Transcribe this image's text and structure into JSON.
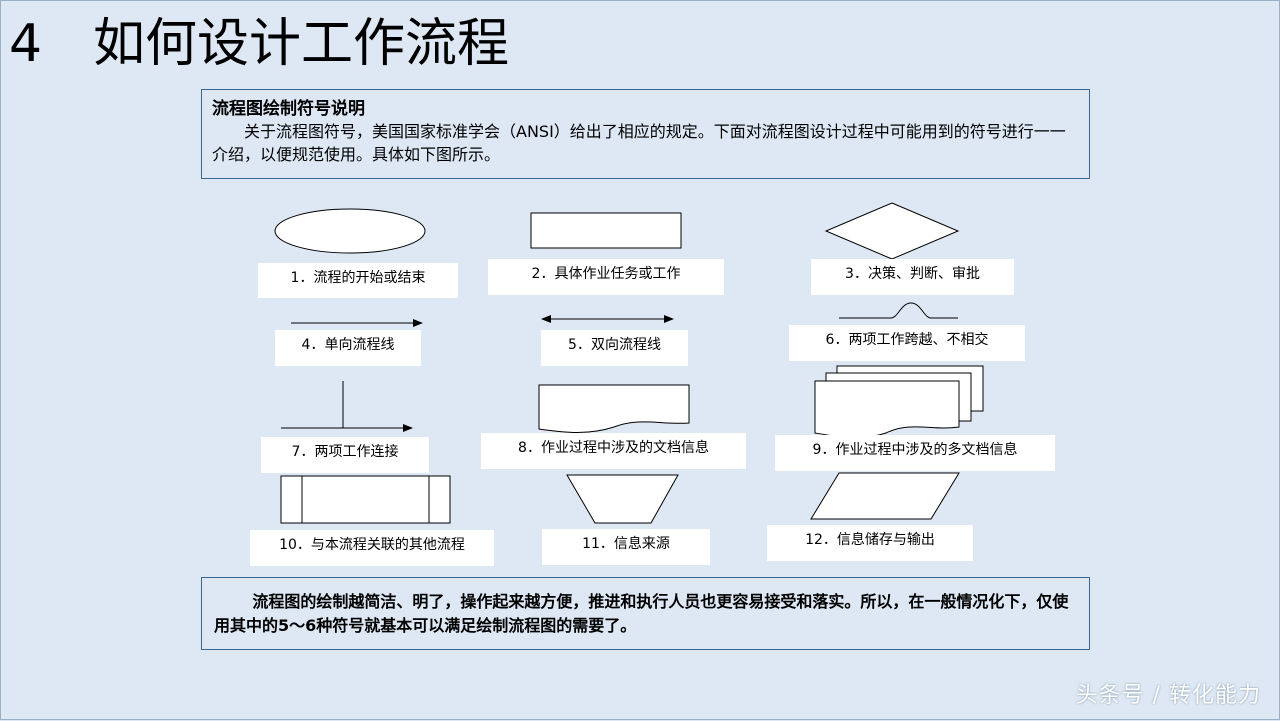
{
  "title": {
    "number": "4",
    "text": "如何设计工作流程"
  },
  "intro": {
    "heading": "流程图绘制符号说明",
    "body": "关于流程图符号，美国国家标准学会（ANSI）给出了相应的规定。下面对流程图设计过程中可能用到的符号进行一一介绍，以便规范使用。具体如下图所示。"
  },
  "symbols": [
    {
      "label": "1．流程的开始或结束",
      "icon": "ellipse"
    },
    {
      "label": "2．具体作业任务或工作",
      "icon": "rectangle"
    },
    {
      "label": "3．决策、判断、审批",
      "icon": "diamond"
    },
    {
      "label": "4．单向流程线",
      "icon": "arrow-right"
    },
    {
      "label": "5．双向流程线",
      "icon": "arrow-both"
    },
    {
      "label": "6．两项工作跨越、不相交",
      "icon": "crossing-line"
    },
    {
      "label": "7．两项工作连接",
      "icon": "connection"
    },
    {
      "label": "8．作业过程中涉及的文档信息",
      "icon": "document"
    },
    {
      "label": "9．作业过程中涉及的多文档信息",
      "icon": "multi-document"
    },
    {
      "label": "10．与本流程关联的其他流程",
      "icon": "predefined-process"
    },
    {
      "label": "11．信息来源",
      "icon": "trapezoid"
    },
    {
      "label": "12．信息储存与输出",
      "icon": "parallelogram"
    }
  ],
  "summary": {
    "body": "流程图的绘制越简洁、明了，操作起来越方便，推进和执行人员也更容易接受和落实。所以，在一般情况化下，仅使用其中的5～6种符号就基本可以满足绘制流程图的需要了。"
  },
  "watermark": "头条号 / 转化能力"
}
